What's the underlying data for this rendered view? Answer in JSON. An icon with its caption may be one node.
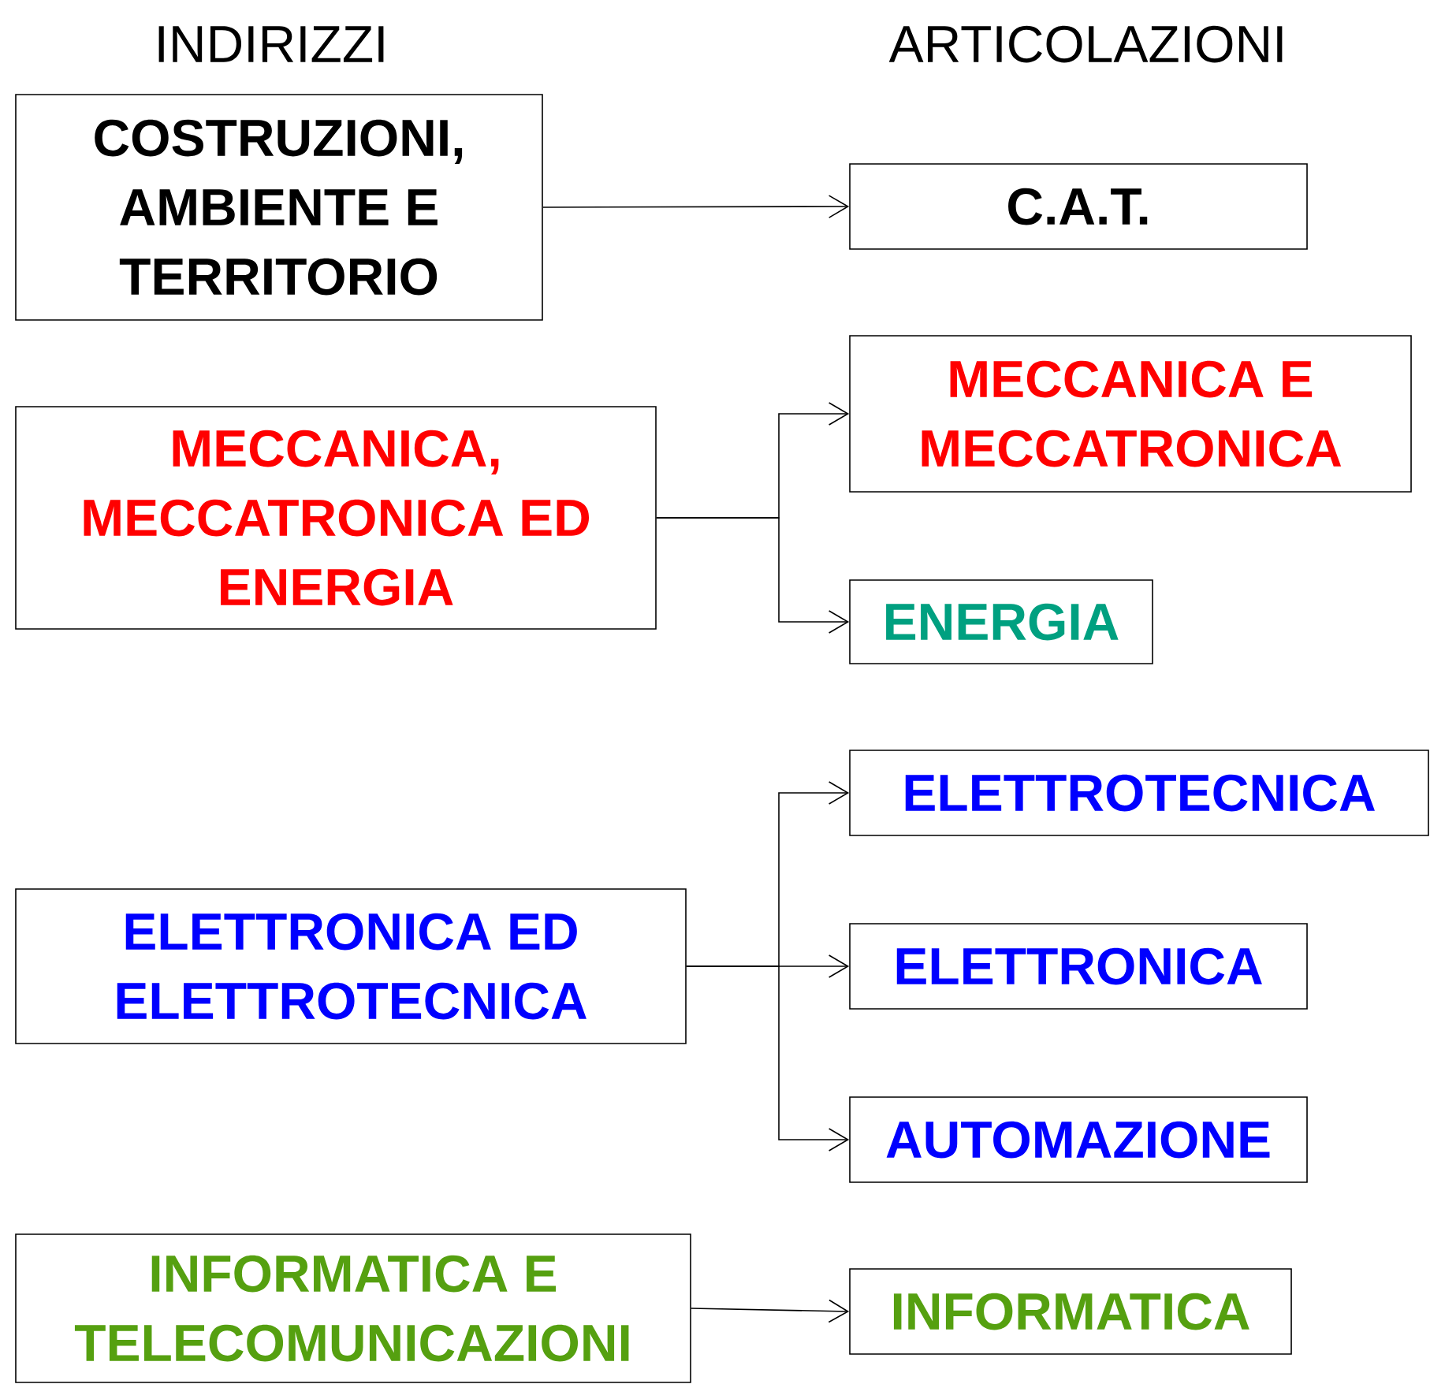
{
  "diagram": {
    "nodes": [
      {
        "text": [
          "COSTRUZIONI, AMBIENTE E TERRITORIO"
        ]
      },
      {
        "text": [
          "C.A.T."
        ]
      },
      {
        "text": [
          "MECCANICA, MECCATRONICA ED ENERGIA"
        ]
      },
      {
        "text": [
          "MECCANICA E MECCATRONICA"
        ]
      },
      {
        "text": [
          "ENERGIA"
        ]
      },
      {
        "text": [
          "ELETTRONICA ED ELETTROTECNICA"
        ]
      },
      {
        "text": [
          "ELETTROTECNICA"
        ]
      },
      {
        "text": [
          "ELETTRONICA"
        ]
      },
      {
        "text": [
          "AUTOMAZIONE"
        ]
      },
      {
        "text": [
          "INFORMATICA E TELECOMUNICAZIONI"
        ]
      },
      {
        "text": [
          "INFORMATICA"
        ]
      }
    ],
    "edges": [
      {
        "from": 0,
        "to": 1,
        "arrow": "to"
      },
      {
        "from": 2,
        "to": 3,
        "arrow": "to"
      },
      {
        "from": 2,
        "to": 4,
        "arrow": "to"
      },
      {
        "from": 5,
        "to": 6,
        "arrow": "to"
      },
      {
        "from": 5,
        "to": 7,
        "arrow": "to"
      },
      {
        "from": 5,
        "to": 8,
        "arrow": "to"
      },
      {
        "from": 9,
        "to": 10,
        "arrow": "to"
      }
    ],
    "labels": [
      "INDIRIZZI",
      "ARTICOLAZIONI"
    ]
  }
}
